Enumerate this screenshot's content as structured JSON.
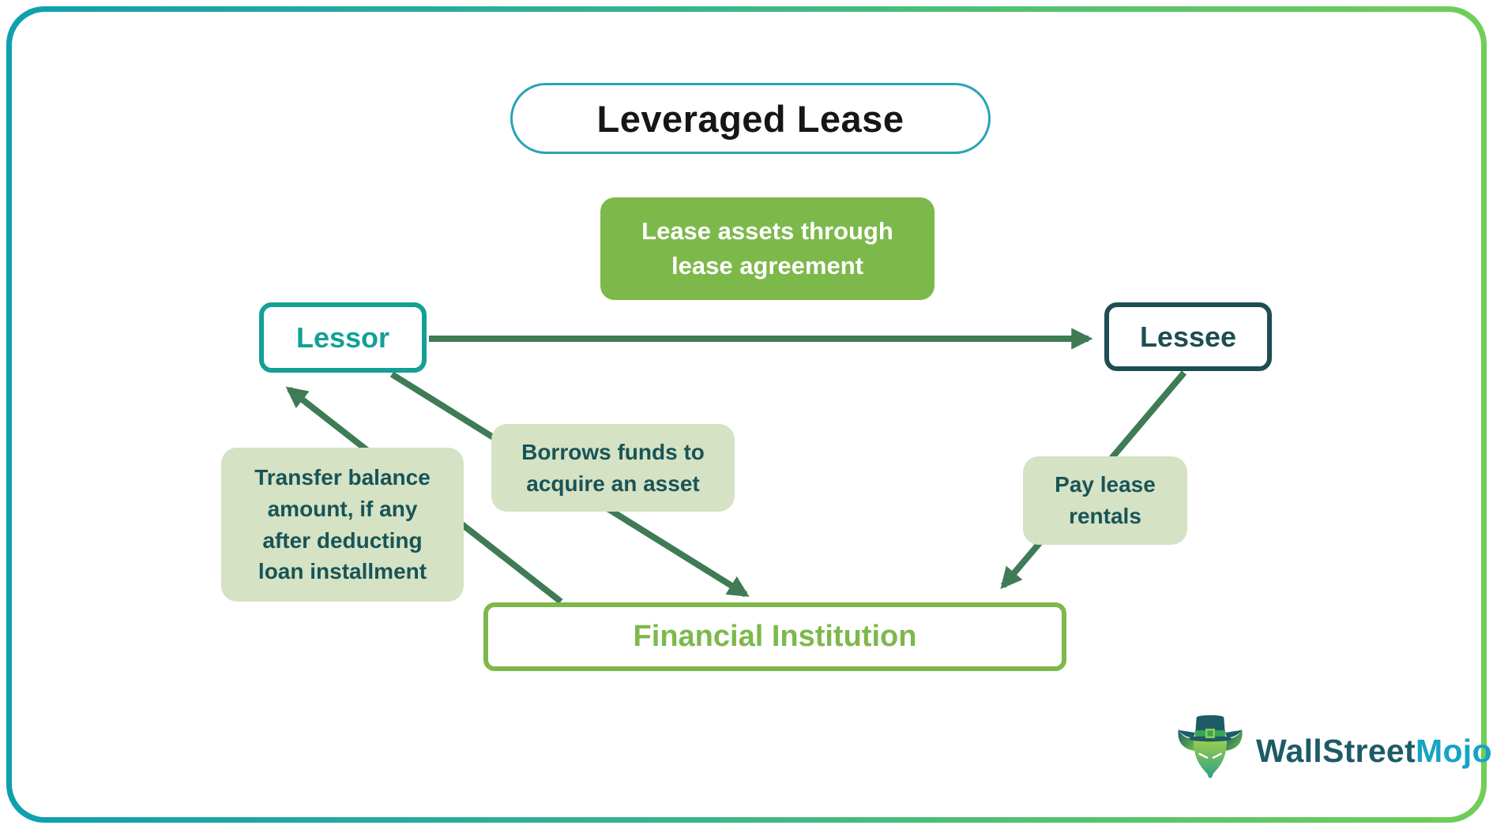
{
  "title": "Leveraged Lease",
  "diagram": {
    "lease_agreement_label": "Lease assets through\nlease agreement",
    "lessor_label": "Lessor",
    "lessee_label": "Lessee",
    "borrows_label": "Borrows funds to\nacquire an asset",
    "transfer_label": "Transfer balance\namount, if any\nafter deducting\nloan installment",
    "pay_label": "Pay lease\nrentals",
    "financial_institution_label": "Financial Institution"
  },
  "logo": {
    "wallstreet": "WallStreet",
    "mojo": "Mojo"
  },
  "colors": {
    "frame_gradient_start": "#0f9fb0",
    "frame_gradient_end": "#70ce57",
    "title_border_teal": "#29a3b8",
    "lessor_teal": "#13a096",
    "lessee_dark_teal": "#1d4e52",
    "solid_green": "#7db84b",
    "note_fill_light_green": "#d5e2c4",
    "note_text_dark_teal": "#185457",
    "arrow_green": "#3f7b55",
    "logo_dark": "#1d5b66",
    "logo_accent": "#16a3c5"
  }
}
